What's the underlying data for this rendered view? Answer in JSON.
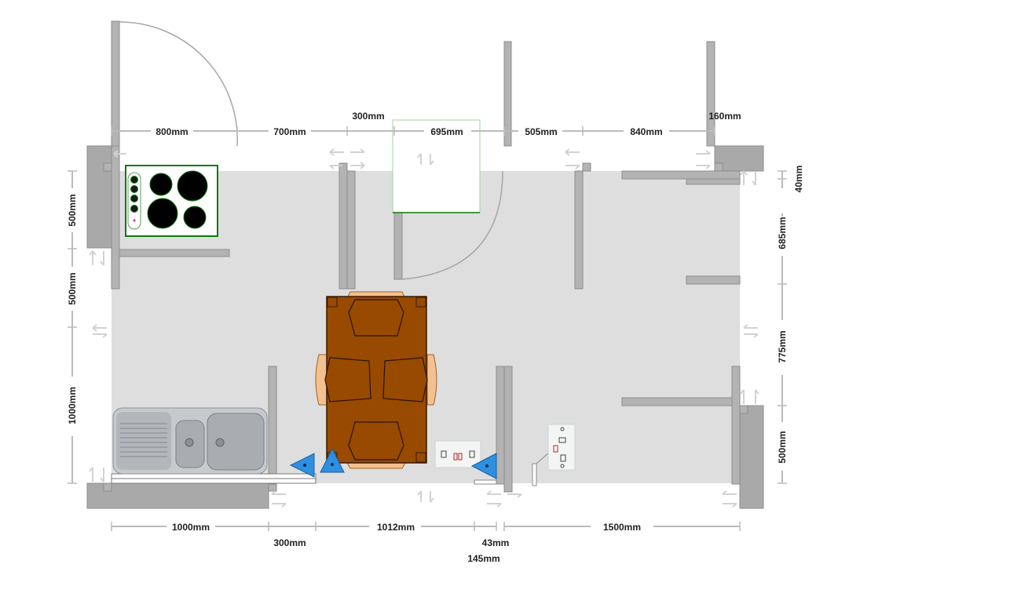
{
  "dimensions": {
    "top": [
      "800mm",
      "700mm",
      "300mm",
      "695mm",
      "505mm",
      "840mm",
      "160mm"
    ],
    "bottom": [
      "1000mm",
      "300mm",
      "1012mm",
      "43mm",
      "145mm",
      "1500mm"
    ],
    "left": [
      "500mm",
      "500mm",
      "1000mm"
    ],
    "right": [
      "40mm",
      "685mm",
      "775mm",
      "500mm"
    ]
  },
  "objects": {
    "hob": "hob-icon",
    "sink": "double-sink-icon",
    "table": "dining-table-with-chairs-icon",
    "sockets": [
      "double-socket-icon",
      "wall-switch-icon"
    ],
    "markers": [
      "blue-triangle-marker-icon",
      "blue-triangle-marker-icon",
      "blue-triangle-marker-icon"
    ]
  },
  "colors": {
    "floor": "#dedede",
    "wall": "#a9a9a9",
    "table": "#974a00",
    "chair": "#f3c08f",
    "hob_border": "#0a7a0a",
    "marker": "#2f8fe0"
  }
}
